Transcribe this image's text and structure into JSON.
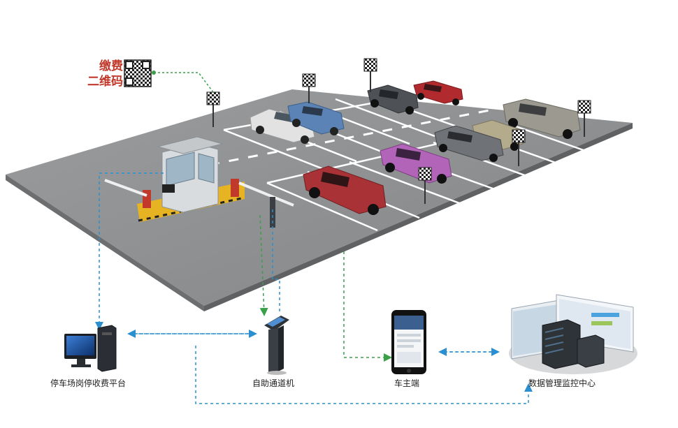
{
  "qr_label": {
    "line1": "缴费",
    "line2": "二维码"
  },
  "nodes": {
    "booth_platform": "停车场岗停收费平台",
    "self_service": "自助通道机",
    "car_owner": "车主端",
    "data_center": "数据管理监控中心"
  },
  "colors": {
    "link_blue": "#2a8fd0",
    "link_green": "#3aa048",
    "lot_gray": "#8c8e90",
    "qr_label": "#c0392b"
  }
}
